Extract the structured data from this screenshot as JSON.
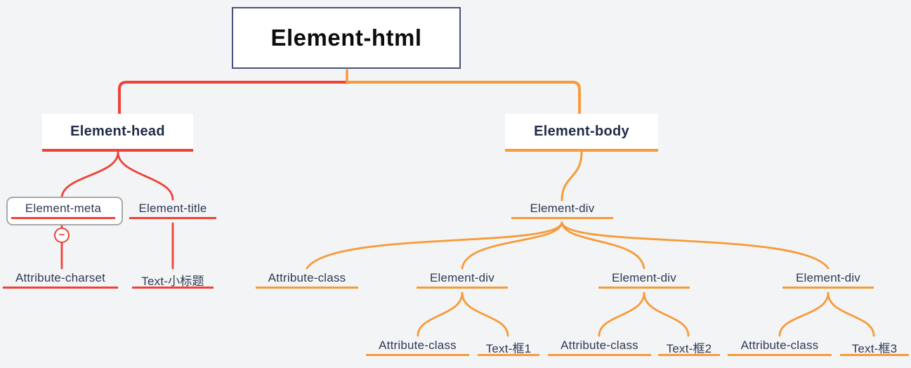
{
  "colors": {
    "background": "#f3f4f6",
    "branch_red": "#ee4237",
    "branch_orange": "#f79b38",
    "node_text": "#2e3b55",
    "heading_text": "#1f2b47",
    "root_text": "#0d0d0f",
    "root_border": "#45537b",
    "selection_border": "#a9a9a9",
    "node_bg": "#ffffff"
  },
  "collapse_button": {
    "icon": "minus-circle-icon",
    "symbol": "−"
  },
  "tree": {
    "label": "Element-html",
    "children": [
      {
        "label": "Element-head",
        "branch": "red",
        "children": [
          {
            "label": "Element-meta",
            "selected": true,
            "has_collapse_button": true,
            "children": [
              {
                "label": "Attribute-charset"
              }
            ]
          },
          {
            "label": "Element-title",
            "children": [
              {
                "label": "Text-小标题"
              }
            ]
          }
        ]
      },
      {
        "label": "Element-body",
        "branch": "orange",
        "children": [
          {
            "label": "Element-div",
            "children": [
              {
                "label": "Attribute-class"
              },
              {
                "label": "Element-div",
                "children": [
                  {
                    "label": "Attribute-class"
                  },
                  {
                    "label": "Text-框1"
                  }
                ]
              },
              {
                "label": "Element-div",
                "children": [
                  {
                    "label": "Attribute-class"
                  },
                  {
                    "label": "Text-框2"
                  }
                ]
              },
              {
                "label": "Element-div",
                "children": [
                  {
                    "label": "Attribute-class"
                  },
                  {
                    "label": "Text-框3"
                  }
                ]
              }
            ]
          }
        ]
      }
    ]
  }
}
